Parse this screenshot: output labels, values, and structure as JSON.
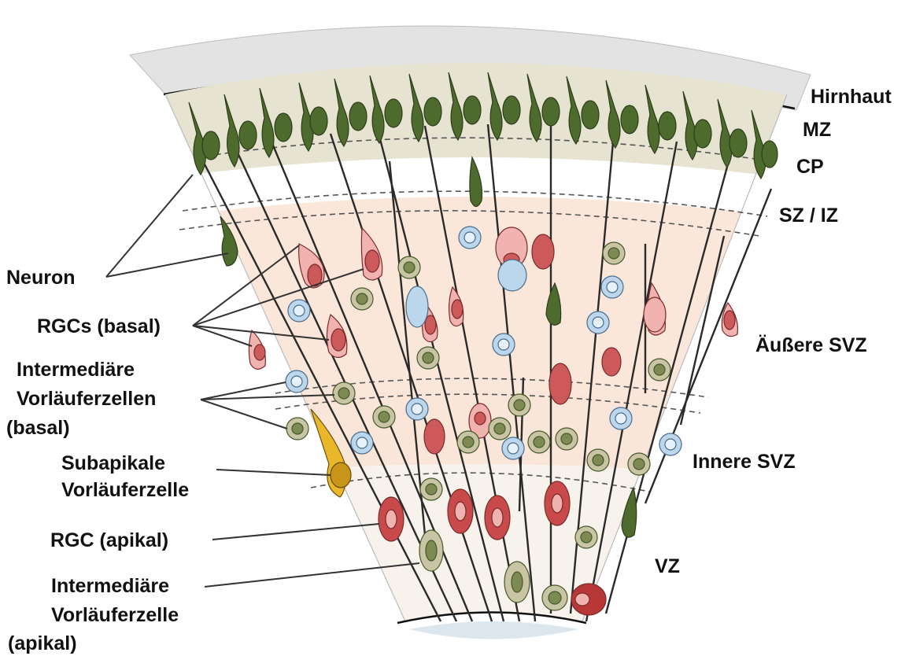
{
  "colors": {
    "meninges": "#e3e3e3",
    "cortex_band": "#e6e4d0",
    "svz_band": "#fbe7da",
    "neuron_green": "#4e6b2e",
    "rgc_red": "#cc5a5a",
    "rgc_pink": "#f0b3b0",
    "ip_green": "#7d8b52",
    "ip_ring": "#c9c4a3",
    "blue_cell": "#bcd6ec",
    "subapical_yellow": "#e9b72a",
    "apical_ip": "#8fa070"
  },
  "zone_labels": {
    "meninges": "Hirnhaut",
    "mz": "MZ",
    "cp": "CP",
    "sz_iz": "SZ / IZ",
    "outer_svz": "Äußere SVZ",
    "inner_svz": "Innere SVZ",
    "vz": "VZ"
  },
  "cell_labels": {
    "neuron": "Neuron",
    "rgcs_basal": "RGCs (basal)",
    "ip_basal": [
      "Intermediäre",
      "Vorläuferzellen",
      "(basal)"
    ],
    "subapical": [
      "Subapikale",
      "Vorläuferzelle"
    ],
    "rgc_apical": "RGC (apikal)",
    "ip_apical": [
      "Intermediäre",
      "Vorläuferzelle",
      "(apikal)"
    ]
  }
}
